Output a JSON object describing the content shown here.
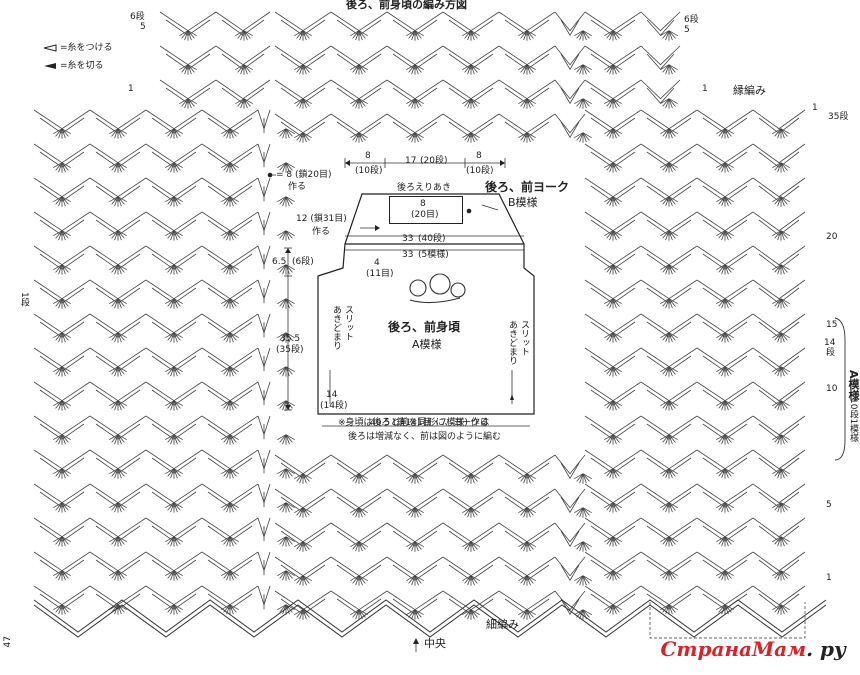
{
  "title": "後ろ、前身頃の編み方図",
  "page_number": "47",
  "legend": {
    "attach": "=糸をつける",
    "cut": "=糸を切る"
  },
  "chart_labels": {
    "row6_left": "6段",
    "row5_left": "5",
    "row1_left_top": "1",
    "row6_right": "6段",
    "row5_right": "5",
    "row1_right_top": "1",
    "edging": "縁編み",
    "row35": "35段",
    "row20": "20",
    "row15": "15",
    "row14": "14",
    "row14_unit": "段",
    "row10": "10",
    "row5": "5",
    "row1_right": "1",
    "row1_left": "1段",
    "pattern_a_side": "A模様",
    "pattern_a_repeat": "10段1模様",
    "fine_edging": "細編み",
    "center": "中央"
  },
  "schematic": {
    "top_dims": [
      "8",
      "17",
      "8"
    ],
    "top_rows": [
      "(10段)",
      "(20段)",
      "(10段)"
    ],
    "neck_label": "後ろえりあき",
    "neck_dim": "8",
    "neck_rows": "(20目)",
    "yoke_title": "後ろ、前ヨーク",
    "yoke_pattern": "B模様",
    "dim_33_40": "33",
    "dim_33_40_rows": "(40段)",
    "dim_33_5": "33",
    "dim_33_5_rows": "(5模様)",
    "note_8_20": "= 8 (鎖20目)",
    "note_8_20_b": "作る",
    "note_12_31": "12 (鎖31目)",
    "note_12_31_b": "作る",
    "dim_65": "6.5",
    "dim_65_rows": "(6段)",
    "dim_4": "4",
    "dim_4_rows": "(11目)",
    "body_title": "後ろ、前身頃",
    "body_pattern": "A模様",
    "slit": "スリット",
    "slit_stop": "あきどまり",
    "dim_355": "35.5",
    "dim_355_rows": "(35段)",
    "dim_14": "14",
    "dim_14_rows": "(14段)",
    "dim_465": "46.5 (鎖141目・7模様) 作る",
    "note_1": "※身頃は後ろと前を同形に、ヨークは",
    "note_2": "後ろは増減なく、前は図のように編む"
  },
  "watermark": {
    "text": "Страна",
    "text2": "Мам",
    "suffix": ". ру"
  }
}
